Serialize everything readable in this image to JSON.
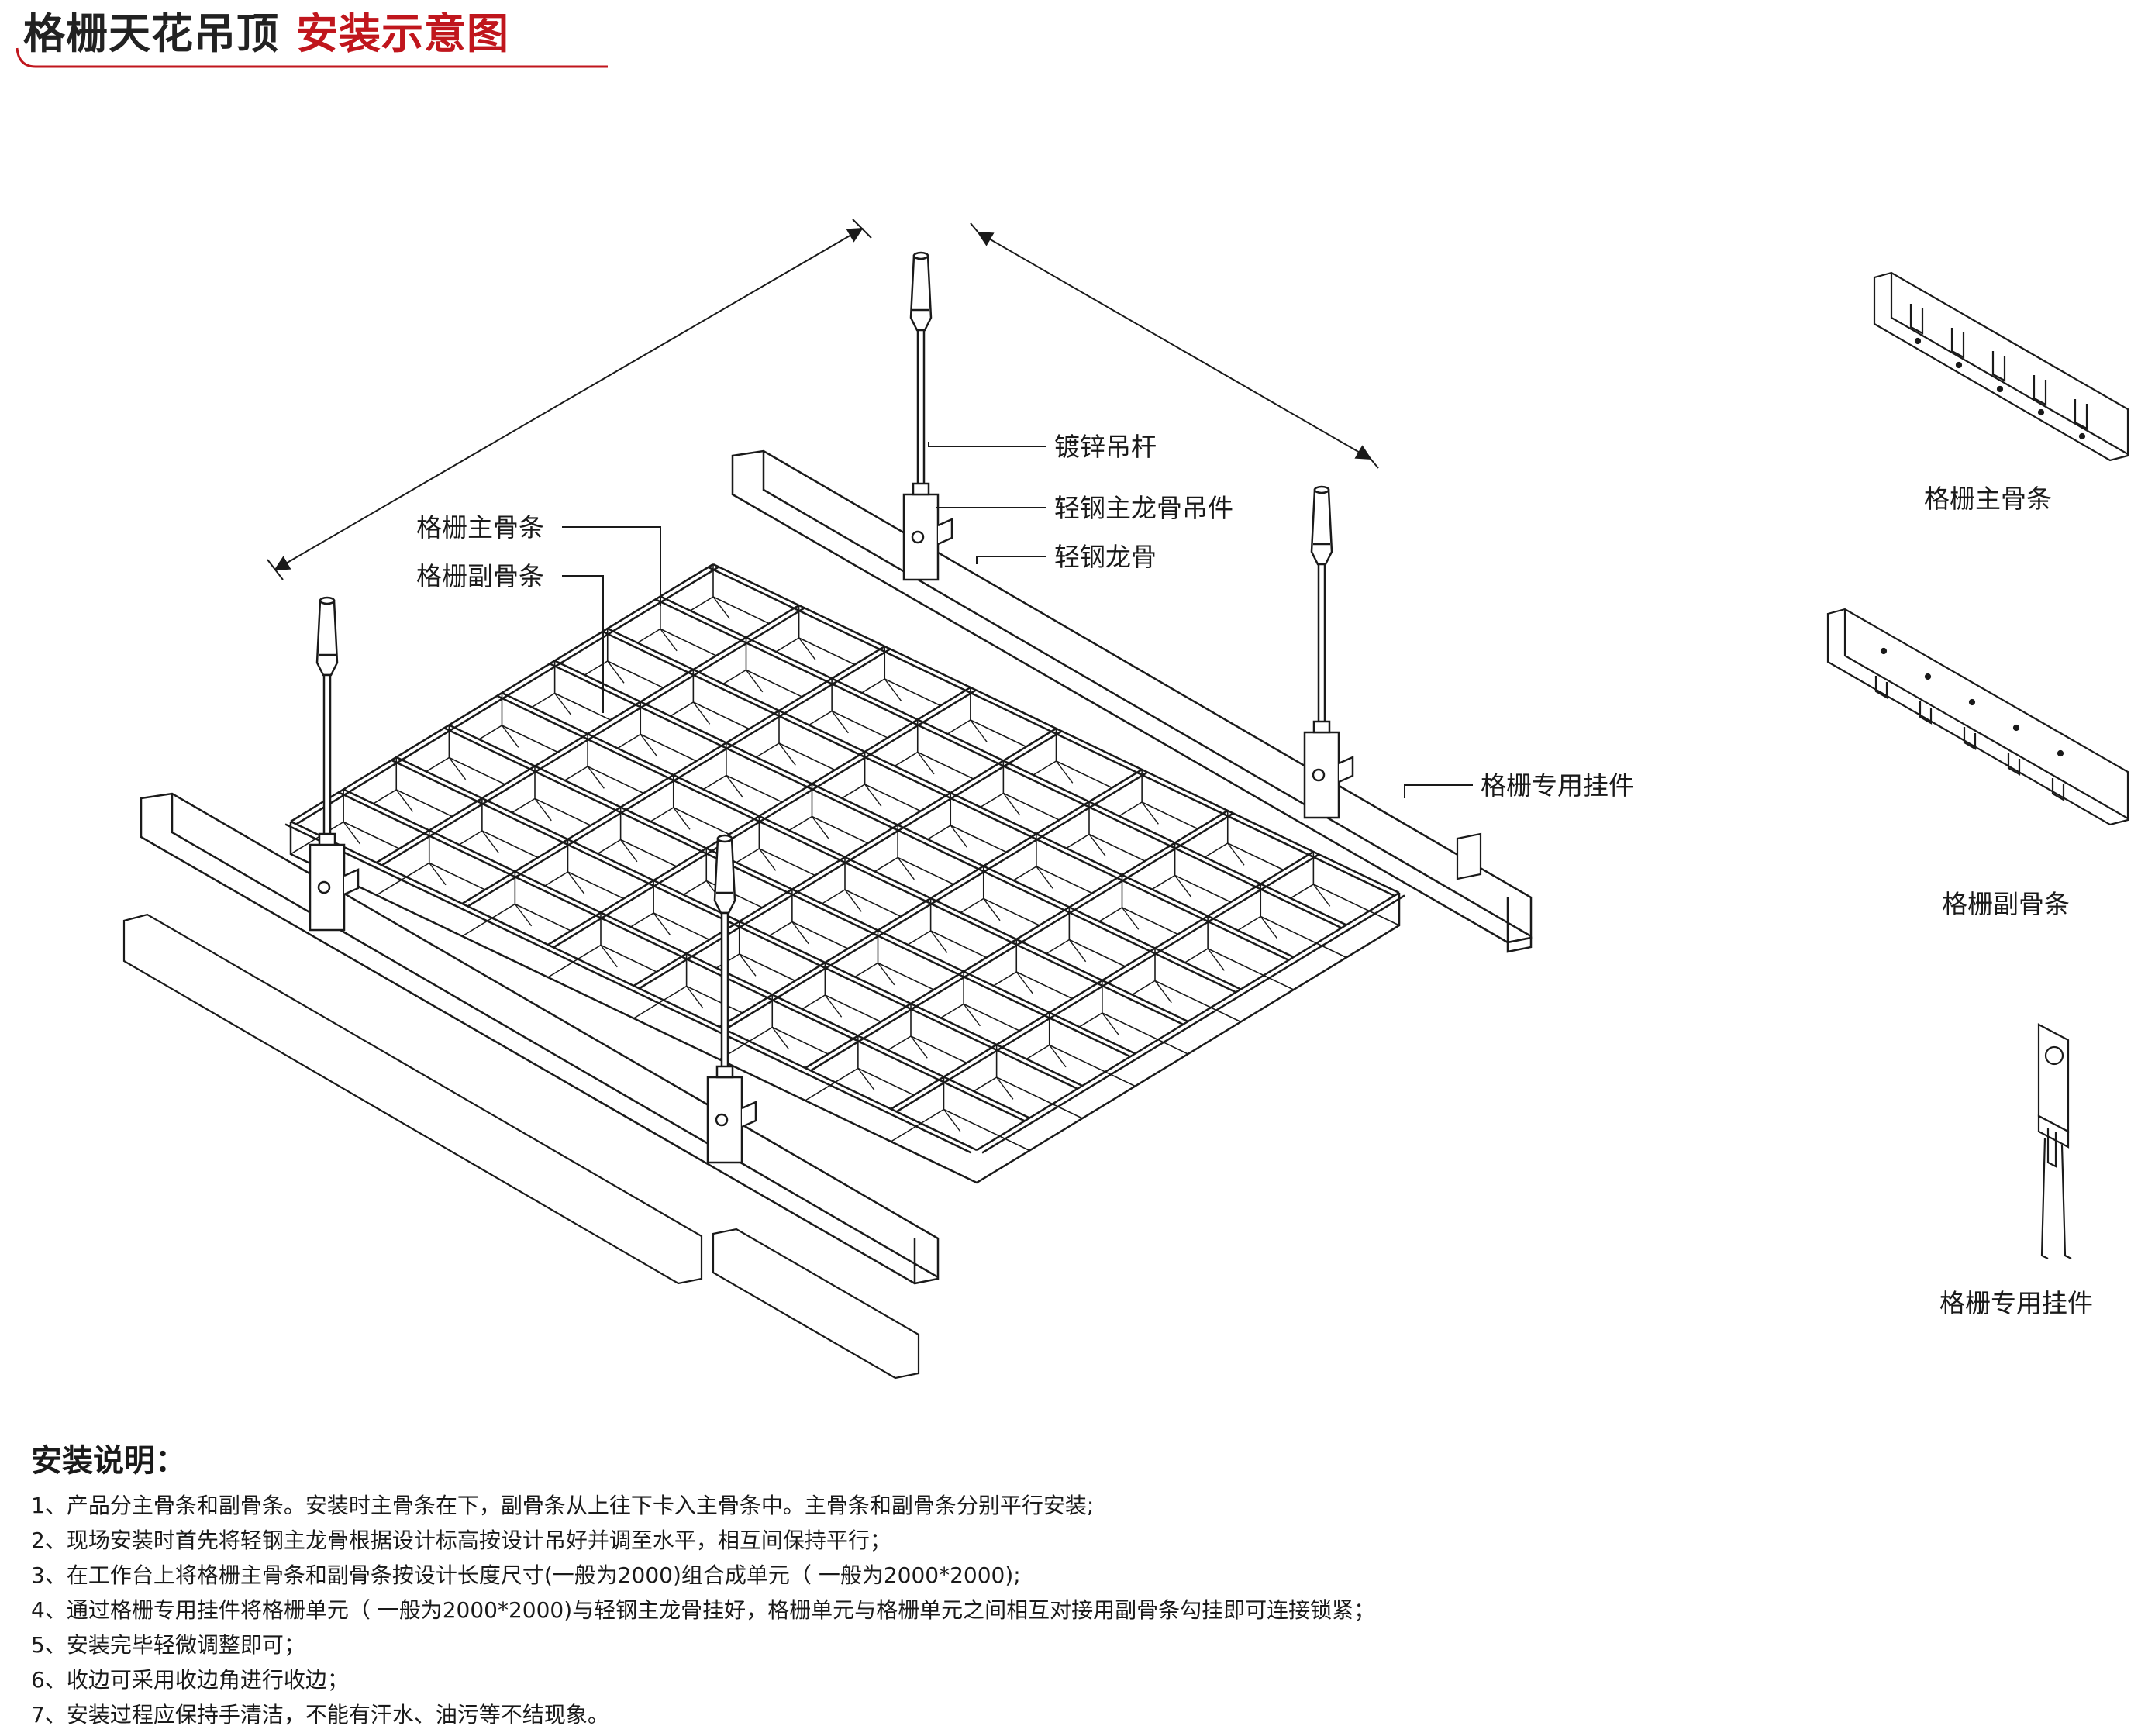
{
  "header": {
    "title_main": "格栅天花吊顶",
    "title_accent": "安装示意图"
  },
  "diagram": {
    "callouts": {
      "rod": "镀锌吊杆",
      "main_hanger": "轻钢主龙骨吊件",
      "light_keel": "轻钢龙骨",
      "main_rib": "格栅主骨条",
      "sub_rib": "格栅副骨条",
      "hook": "格栅专用挂件"
    },
    "parts": {
      "main_rib": "格栅主骨条",
      "sub_rib": "格栅副骨条",
      "hook": "格栅专用挂件"
    }
  },
  "instructions": {
    "heading": "安装说明：",
    "items": [
      "1、产品分主骨条和副骨条。安装时主骨条在下，副骨条从上往下卡入主骨条中。主骨条和副骨条分别平行安装;",
      "2、现场安装时首先将轻钢主龙骨根据设计标高按设计吊好并调至水平，相互间保持平行；",
      "3、在工作台上将格栅主骨条和副骨条按设计长度尺寸(一般为2000)组合成单元（ 一般为2000*2000);",
      "4、通过格栅专用挂件将格栅单元（ 一般为2000*2000)与轻钢主龙骨挂好，格栅单元与格栅单元之间相互对接用副骨条勾挂即可连接锁紧；",
      "5、安装完毕轻微调整即可；",
      "6、收边可采用收边角进行收边；",
      "7、安装过程应保持手清洁，不能有汗水、油污等不结现象。"
    ]
  },
  "colors": {
    "accent": "#c0161d",
    "line": "#1a1a1a"
  }
}
